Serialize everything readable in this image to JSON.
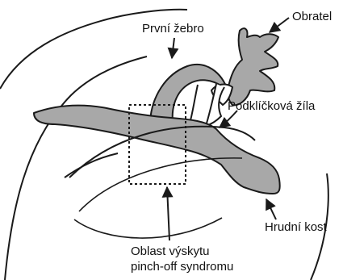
{
  "labels": {
    "first_rib": "První žebro",
    "vertebra": "Obratel",
    "subclavian_vein": "Podklíčková žíla",
    "sternum": "Hrudní kost",
    "region_line1": "Oblast výskytu",
    "region_line2": "pinch-off syndromu"
  },
  "colors": {
    "bone_fill": "#a8a8a8",
    "outline": "#1a1a1a",
    "background": "#ffffff"
  }
}
